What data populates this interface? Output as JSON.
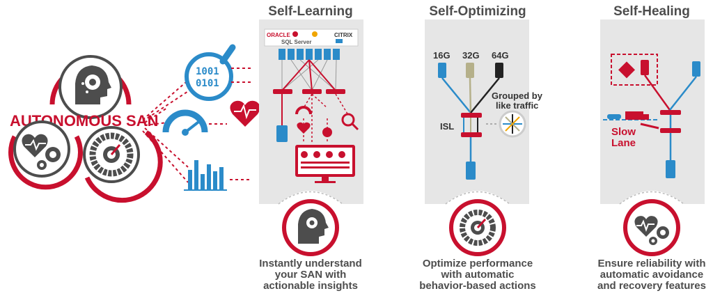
{
  "hero": {
    "label": "AUTONOMOUS SAN",
    "binary_line1": "1001",
    "binary_line2": "0101"
  },
  "colors": {
    "red": "#c8102e",
    "blue": "#2b8bc9",
    "gray_panel": "#e6e6e6",
    "olive": "#b5b08a",
    "text": "#4d4d4d"
  },
  "panels": [
    {
      "title": "Self-Learning",
      "caption": [
        "Instantly understand",
        "your SAN with",
        "actionable insights"
      ],
      "vendor_logos": [
        "ORACLE",
        "CITRIX",
        "SQL Server"
      ],
      "icons": [
        "head-gears-icon"
      ]
    },
    {
      "title": "Self-Optimizing",
      "caption": [
        "Optimize performance",
        "with automatic",
        "behavior-based actions"
      ],
      "speeds": [
        "16G",
        "32G",
        "64G"
      ],
      "isl_label": "ISL",
      "grouped_label": [
        "Grouped by",
        "like traffic"
      ],
      "icons": [
        "gauge-icon"
      ]
    },
    {
      "title": "Self-Healing",
      "caption": [
        "Ensure reliability with",
        "automatic avoidance",
        "and recovery features"
      ],
      "slow_lane_label": [
        "Slow",
        "Lane"
      ],
      "icons": [
        "heart-gears-icon"
      ]
    }
  ]
}
